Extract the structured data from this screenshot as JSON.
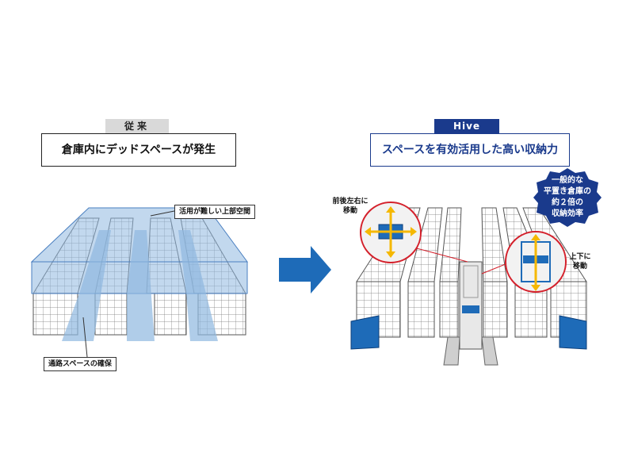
{
  "left_panel": {
    "tag": "従来",
    "headline": "倉庫内にデッドスペースが発生",
    "callout_top": "活用が難しい上部空間",
    "callout_bottom": "通路スペースの確保"
  },
  "right_panel": {
    "tag": "Hive",
    "headline": "スペースを有効活用した高い収納力",
    "badge": "一般的な\n平置き倉庫の\n約２倍の\n収納効率",
    "label_horizontal": "前後左右に\n移動",
    "label_vertical": "上下に\n移動"
  },
  "colors": {
    "navy": "#1a3a8c",
    "blue": "#1e6bb8",
    "highlight": "#8fb8e0",
    "arrow": "#f5b800",
    "red": "#d4202b"
  }
}
